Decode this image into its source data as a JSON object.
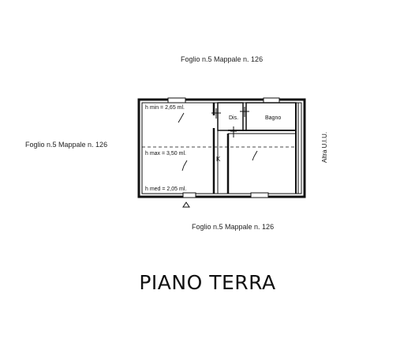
{
  "cadastral_labels": {
    "top": "Foglio n.5 Mappale n. 126",
    "left": "Foglio n.5 Mappale n. 126",
    "bottom": "Foglio n.5 Mappale n. 126",
    "right_vertical": "Altra U.I.U."
  },
  "rooms": {
    "h_min": "h min = 2,65 ml.",
    "h_max": "h max = 3,50 ml.",
    "h_med": "h med = 2,05 ml.",
    "disimpegno": "Dis.",
    "bagno": "Bagno",
    "kitchen_mark": "K"
  },
  "floor_title": "PIANO TERRA"
}
